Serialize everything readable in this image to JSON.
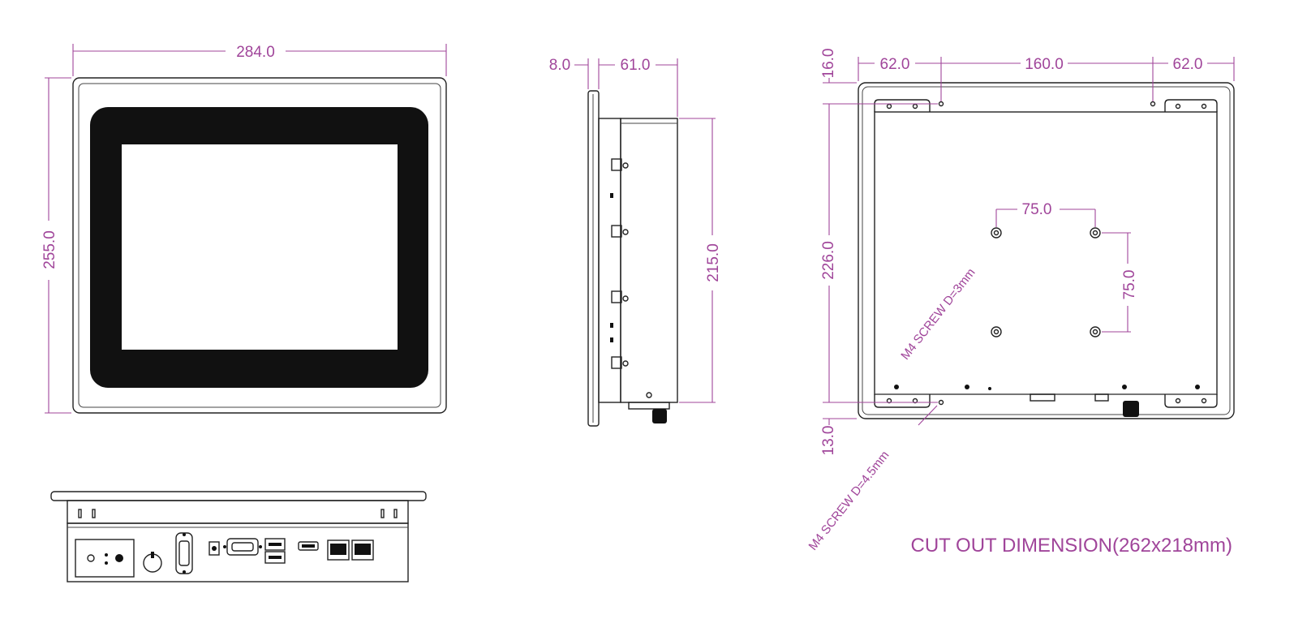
{
  "front_view": {
    "width": "284.0",
    "height": "255.0"
  },
  "side_view": {
    "bezel": "8.0",
    "depth": "61.0",
    "body_height": "215.0"
  },
  "rear_view": {
    "height_top": "16.0",
    "margin_left": "62.0",
    "hole_spacing": "160.0",
    "margin_right": "62.0",
    "total_height": "226.0",
    "height_bottom": "13.0",
    "vesa_h": "75.0",
    "vesa_v": "75.0",
    "screw_vesa": "M4 SCREW D=3mm",
    "screw_mount": "M4 SCREW D=4.5mm",
    "cutout": "CUT OUT DIMENSION(262x218mm)"
  },
  "colors": {
    "dimension": "#a0459a",
    "line": "#222222",
    "screen_bezel": "#111111"
  }
}
